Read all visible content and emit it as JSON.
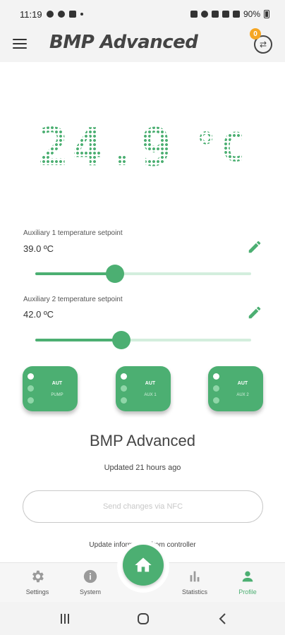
{
  "status_bar": {
    "time": "11:19",
    "battery": "90%"
  },
  "app_bar": {
    "title": "BMP Advanced",
    "sync_badge": "0"
  },
  "temperature": {
    "value": "24.9",
    "unit": "°C",
    "color": "#4caf72"
  },
  "setpoints": [
    {
      "label": "Auxiliary 1 temperature setpoint",
      "value": "39.0 ºC",
      "level": 0.37
    },
    {
      "label": "Auxiliary 2 temperature setpoint",
      "value": "42.0 ºC",
      "level": 0.4
    }
  ],
  "modes": [
    {
      "top": "AUT",
      "sub": "PUMP",
      "active_indicator": 1
    },
    {
      "top": "AUT",
      "sub": "AUX 1",
      "active_indicator": 1
    },
    {
      "top": "AUT",
      "sub": "AUX 2",
      "active_indicator": 1
    }
  ],
  "device": {
    "name": "BMP Advanced",
    "updated": "Updated 21 hours ago"
  },
  "nfc_button": {
    "label": "Send changes via NFC"
  },
  "update_info": "Update information from controller",
  "bottom_nav": {
    "items": [
      {
        "label": "Settings",
        "icon": "gear-icon"
      },
      {
        "label": "System",
        "icon": "info-icon"
      },
      {
        "label": "Statistics",
        "icon": "bar-chart-icon"
      },
      {
        "label": "Profile",
        "icon": "person-icon"
      }
    ],
    "home_icon": "home-icon",
    "active": "Profile"
  },
  "colors": {
    "accent": "#4caf72",
    "badge": "#f5a623"
  }
}
